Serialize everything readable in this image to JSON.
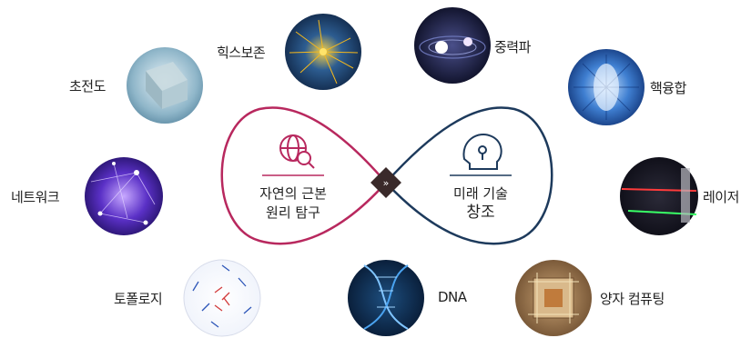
{
  "center": {
    "left_title_line1": "자연의 근본",
    "left_title_line2": "원리 탐구",
    "right_title_line1": "미래 기술",
    "right_title_line2": "창조",
    "left_color": "#b8285e",
    "right_color": "#1d3a5c",
    "join_color": "#3a2a2a"
  },
  "topics": {
    "superconductor": "초전도",
    "higgs": "힉스보존",
    "gravitational_wave": "중력파",
    "fusion": "핵융합",
    "network": "네트워크",
    "laser": "레이저",
    "topology": "토폴로지",
    "dna": "DNA",
    "quantum_computing": "양자 컴퓨팅"
  }
}
